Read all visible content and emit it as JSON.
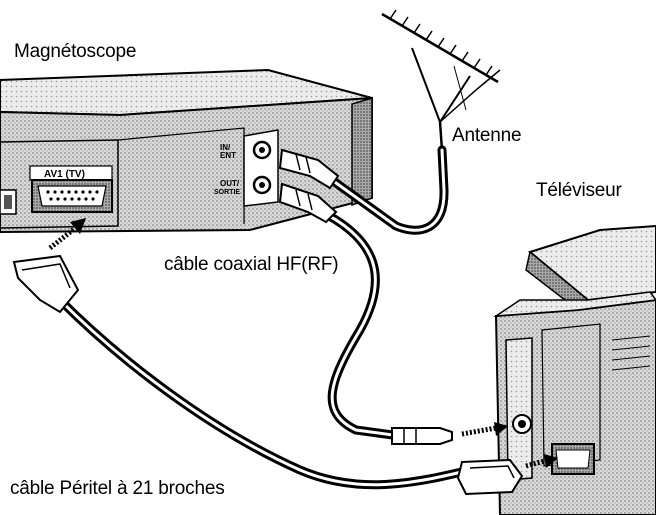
{
  "labels": {
    "vcr": "Magnétoscope",
    "antenna": "Antenne",
    "tv": "Téléviseur",
    "coax_cable": "câble coaxial HF(RF)",
    "scart_cable": "câble Péritel à 21 broches"
  },
  "vcr_panel": {
    "av1_label": "AV1 (TV)",
    "in_label_1": "IN/",
    "in_label_2": "ENT",
    "out_label_1": "OUT/",
    "out_label_2": "SORTIE"
  },
  "colors": {
    "line": "#000000",
    "shade": "#bdbdbd",
    "light_shade": "#dcdcdc"
  }
}
